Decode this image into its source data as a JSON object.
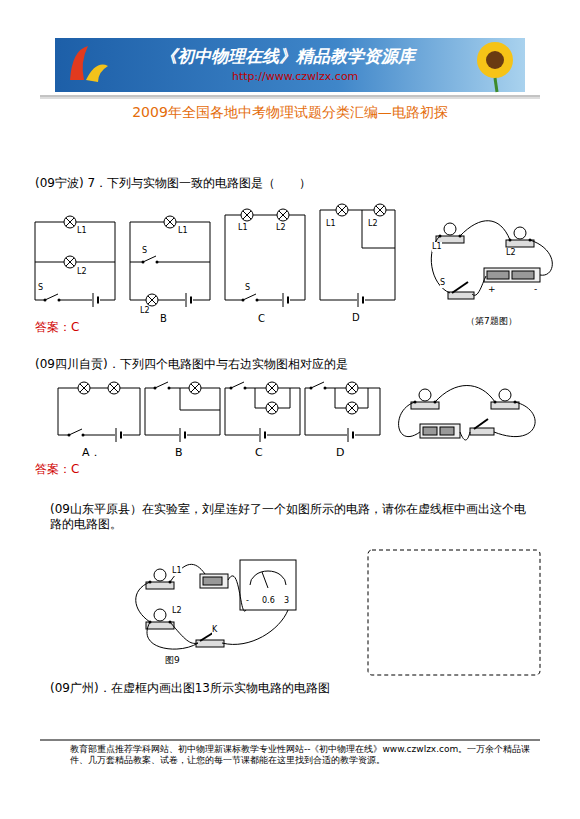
{
  "diagram": {
    "title": "2009年全国各地中考物理试题分类汇编—电路初探",
    "labels": [
      "《初中物理在线》精品教学资源库",
      "http://www.czwlzx.com",
      "(09宁波) 7．下列与实物图一致的电路图是（　　）",
      "L1",
      "L2",
      "S",
      "L1",
      "S",
      "L2",
      "B",
      "L1",
      "L2",
      "S",
      "C",
      "L1",
      "L2",
      "D",
      "L1",
      "L2",
      "S",
      "+",
      "-",
      "（第7题图）",
      "答案：C",
      "(09四川自贡)．下列四个电路图中与右边实物图相对应的是",
      "A．",
      "B",
      "C",
      "D",
      "答案：C",
      "(09山东平原县）在实验室，刘星连好了一个如图所示的电路，请你在虚线框中画出这个电路的电路图。",
      "L1",
      "L2",
      "K",
      "-",
      "0.6",
      "3",
      "图9",
      "(09广州)．在虚框内画出图13所示实物电路的电路图",
      "教育部重点推荐学科网站、初中物理新课标教学专业性网站--《初中物理在线》www.czwlzx.com。一万余个精品课件、几万套精品教案、试卷，让您的每一节课都能在这里找到合适的教学资源。"
    ]
  }
}
